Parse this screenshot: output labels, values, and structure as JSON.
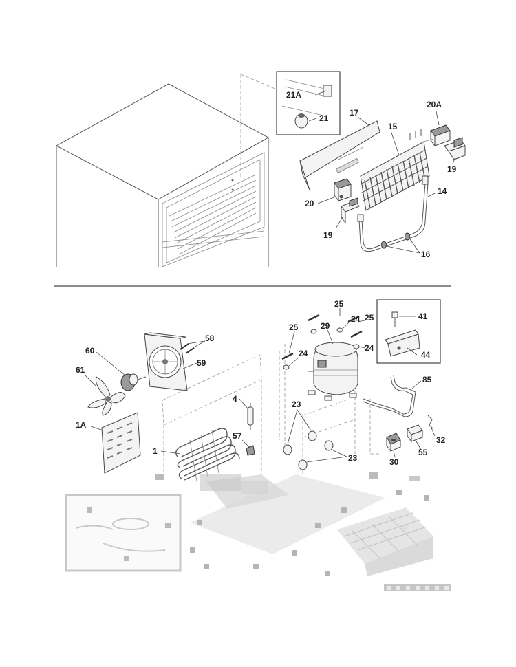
{
  "diagram": {
    "labels": {
      "l21A": "21A",
      "l21": "21",
      "l17": "17",
      "l15": "15",
      "l20A": "20A",
      "l20": "20",
      "l19a": "19",
      "l19b": "19",
      "l14": "14",
      "l16": "16",
      "l58": "58",
      "l59": "59",
      "l60": "60",
      "l61": "61",
      "l1A": "1A",
      "l4": "4",
      "l57": "57",
      "l1": "1",
      "l25a": "25",
      "l25b": "25",
      "l25c": "25",
      "l29": "29",
      "l24a": "24",
      "l24b": "24",
      "l24c": "24",
      "l23a": "23",
      "l23b": "23",
      "l41": "41",
      "l44": "44",
      "l85": "85",
      "l32": "32",
      "l55": "55",
      "l30": "30"
    }
  }
}
